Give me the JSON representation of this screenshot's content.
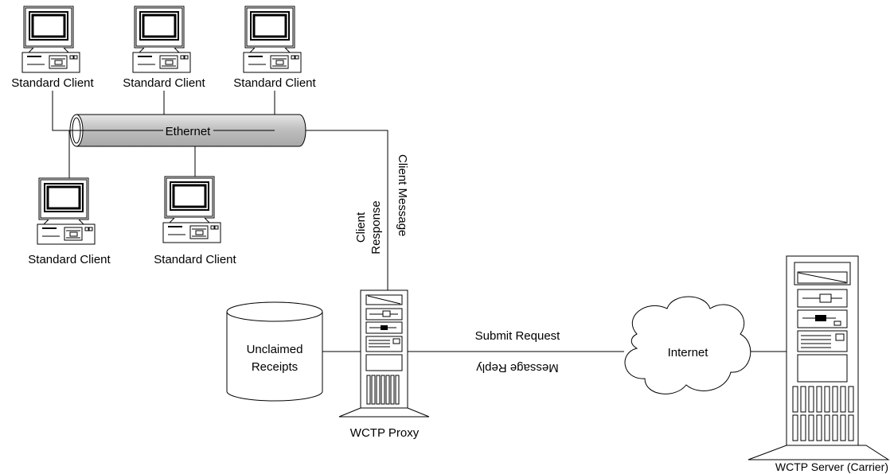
{
  "labels": {
    "client_1": "Standard Client",
    "client_2": "Standard Client",
    "client_3": "Standard Client",
    "client_4": "Standard Client",
    "client_5": "Standard Client",
    "ethernet": "Ethernet",
    "client_message": "Client Message",
    "client_response_line1": "Client",
    "client_response_line2": "Response",
    "unclaimed_line1": "Unclaimed",
    "unclaimed_line2": "Receipts",
    "proxy": "WCTP Proxy",
    "submit_request": "Submit Request",
    "message_reply": "Message Reply",
    "internet": "Internet",
    "server": "WCTP Server (Carrier)"
  }
}
